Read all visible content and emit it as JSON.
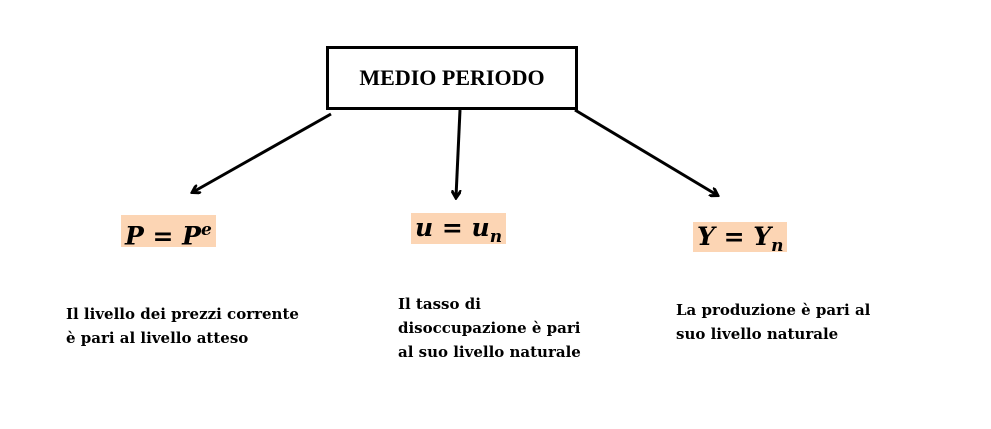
{
  "title": "MEDIO PERIODO",
  "nodes": [
    {
      "lhs": "P",
      "eq": " = ",
      "rhs": "P",
      "sup": "e",
      "sub": "",
      "desc": [
        "Il livello dei prezzi corrente",
        "è pari al livello atteso"
      ]
    },
    {
      "lhs": "u",
      "eq": " = ",
      "rhs": "u",
      "sup": "",
      "sub": "n",
      "desc": [
        "Il tasso di",
        "disoccupazione è pari",
        "al suo livello naturale"
      ]
    },
    {
      "lhs": "Y",
      "eq": " = ",
      "rhs": "Y",
      "sup": "",
      "sub": "n",
      "desc": [
        "La produzione è pari al",
        "suo livello naturale"
      ]
    }
  ],
  "colors": {
    "highlight": "#FCD5B4"
  }
}
